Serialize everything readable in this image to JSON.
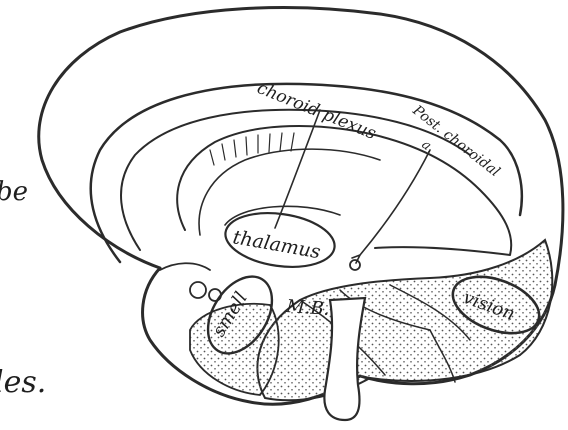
{
  "labels": {
    "choroid_plexus": "choroid plexus",
    "post_choroidal": "Post. choroidal",
    "post_choroidal_a": "a.",
    "thalamus": "thalamus",
    "smell": "smell",
    "mb": "M.B.",
    "vision": "vision",
    "edge_left_top": "be",
    "edge_left_bottom": "les."
  },
  "colors": {
    "ink": "#2b2b2b",
    "paper": "#ffffff",
    "stipple": "#5a5a5a"
  }
}
